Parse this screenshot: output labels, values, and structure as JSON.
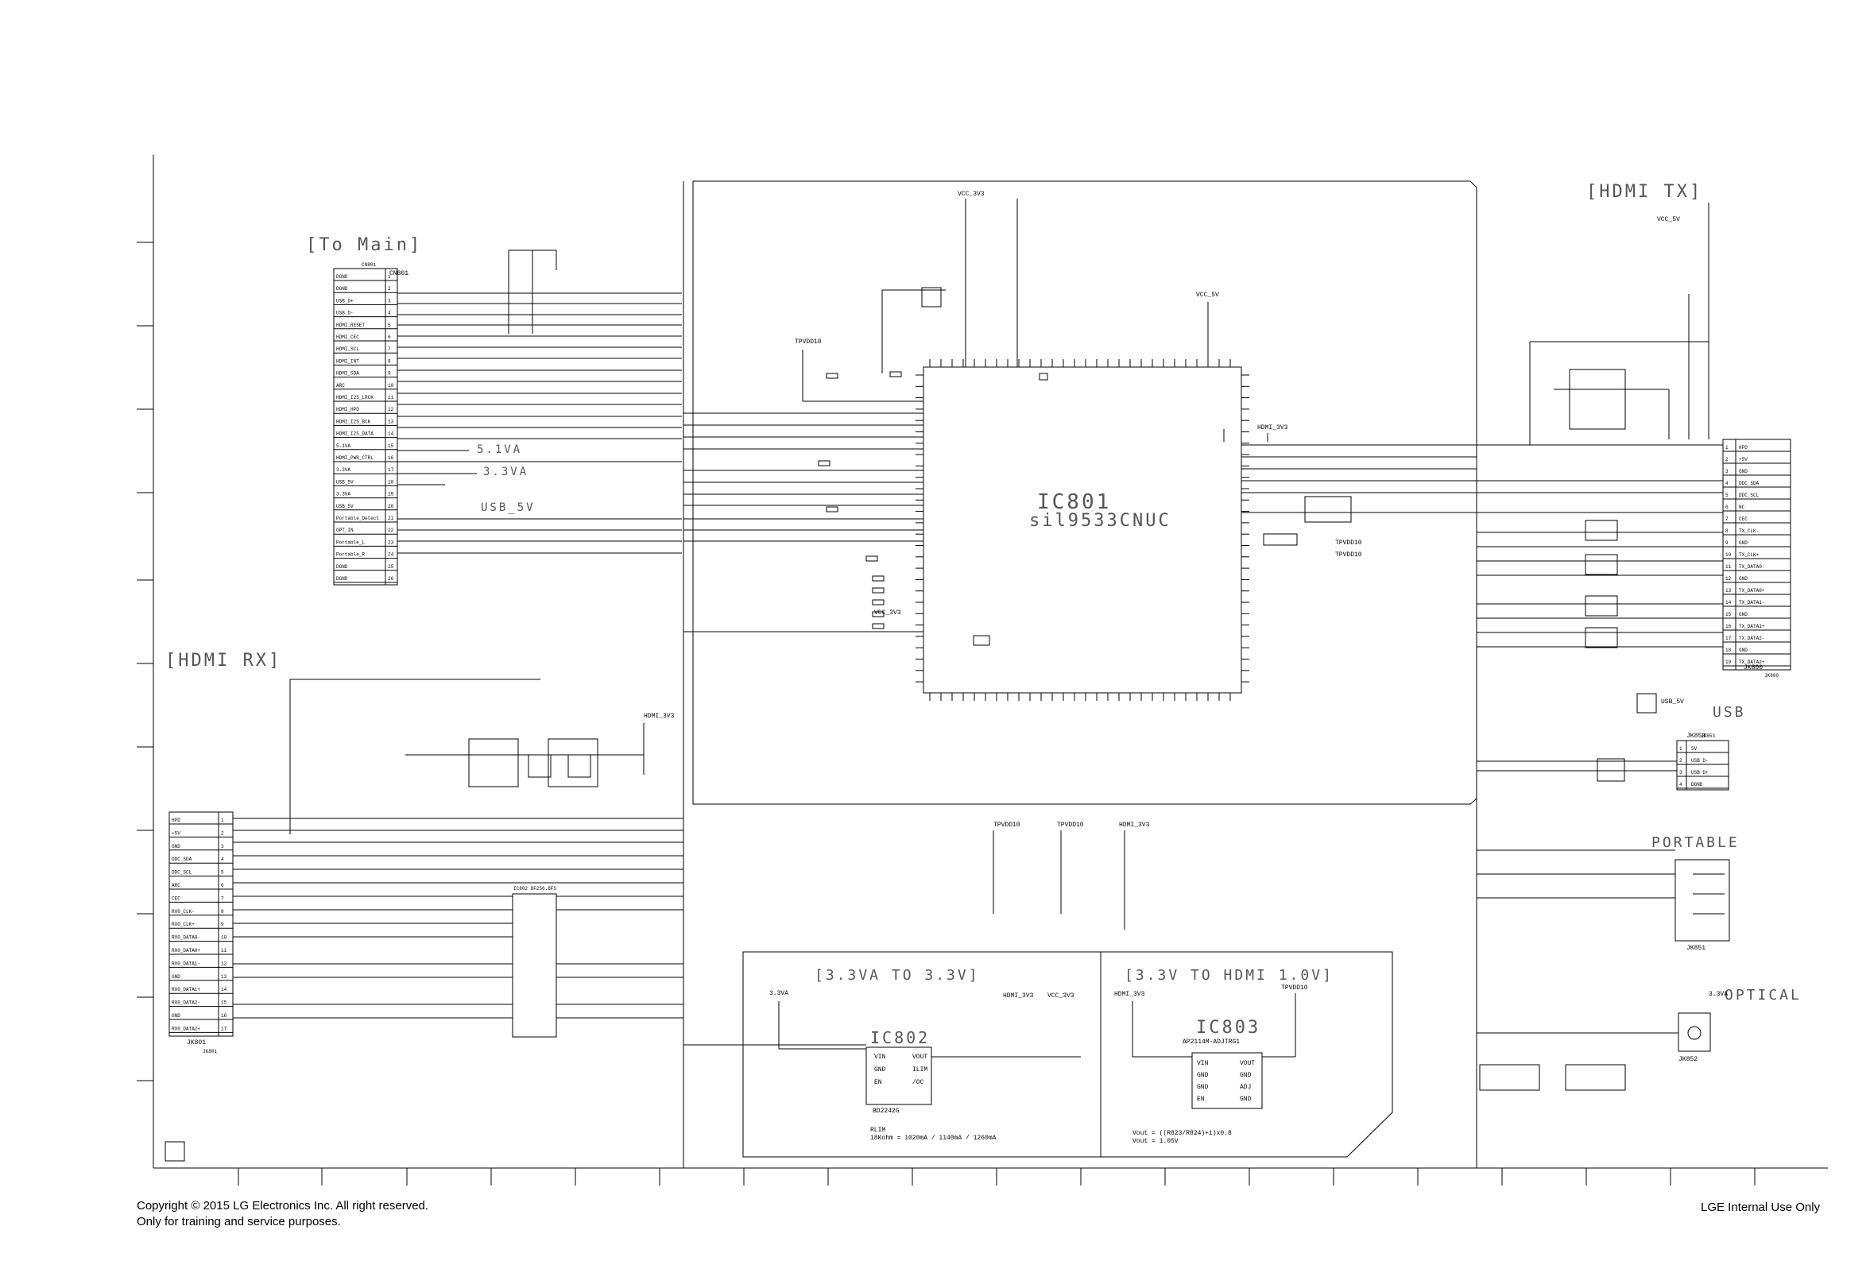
{
  "sections": {
    "to_main": "[To Main]",
    "hdmi_rx": "[HDMI RX]",
    "hdmi_tx": "[HDMI TX]",
    "usb": "USB",
    "portable": "PORTABLE",
    "optical": "OPTICAL",
    "reg1": "[3.3VA TO 3.3V]",
    "reg2": "[3.3V TO HDMI 1.0V]"
  },
  "ics": {
    "ic801_name": "IC801",
    "ic801_part": "sil9533CNUC",
    "ic802_name": "IC802",
    "ic802_part": "BD2242G",
    "ic803_name": "IC803",
    "ic803_part": "AP2114M-ADJTRG1",
    "ic802_note1": "RLIM",
    "ic802_note2": "18Kohm = 1020mA / 1140mA / 1260mA",
    "ic803_note1": "Vout = ((R823/R824)+1)x0.8",
    "ic803_note2": "Vout = 1.05V"
  },
  "rails": {
    "v51va": "5.1VA",
    "v33va": "3.3VA",
    "usb5v": "USB_5V",
    "hdmi33": "HDMI_3V3",
    "vcc33": "VCC_3V3",
    "vcc5": "VCC_5V",
    "tpvdd": "TPVDD10",
    "usb5v_tx": "USB_5V",
    "v33": "3.3VA",
    "v33b": "3.3VA"
  },
  "connectors": {
    "cn801_name": "CN801",
    "cn801_pins": [
      "DGND",
      "DGND",
      "USB_D+",
      "USB_D-",
      "HDMI_RESET",
      "HDMI_CEC",
      "HDMI_SCL",
      "HDMI_INT",
      "HDMI_SDA",
      "ARC",
      "HDMI_I2S_LRCK",
      "HDMI_HPD",
      "HDMI_I2S_BCK",
      "HDMI_I2S_DATA",
      "5.1VA",
      "HDMI_PWR_CTRL",
      "3.3VA",
      "USB_5V",
      "3.3VA",
      "USB_5V",
      "Portable_Detect",
      "OPT_IN",
      "Portable_L",
      "Portable_R",
      "DGND",
      "DGND"
    ],
    "jk801_name": "JK801",
    "jk801_pins": [
      "HPD",
      "+5V",
      "GND",
      "DDC_SDA",
      "DDC_SCL",
      "ARC",
      "CEC",
      "RX0_CLK-",
      "RX0_CLK+",
      "RX0_DATA0-",
      "RX0_DATA0+",
      "RX0_DATA1-",
      "GND",
      "RX0_DATA1+",
      "RX0_DATA2-",
      "GND",
      "RX0_DATA2+"
    ],
    "jk800_name": "JK800",
    "jk800_pins": [
      "HPD",
      "+5V",
      "GND",
      "DDC_SDA",
      "DDC_SCL",
      "NC",
      "CEC",
      "TX_CLK-",
      "GND",
      "TX_CLK+",
      "TX_DATA0-",
      "GND",
      "TX_DATA0+",
      "TX_DATA1-",
      "GND",
      "TX_DATA1+",
      "TX_DATA2-",
      "GND",
      "TX_DATA2+"
    ],
    "jk853_name": "JK853",
    "jk853_pins": [
      "5V",
      "USB D-",
      "USB D+",
      "DGND"
    ],
    "jk851_name": "JK851",
    "jk852_name": "JK852"
  },
  "footer": {
    "copyright": "Copyright © 2015 LG Electronics Inc. All right reserved.",
    "purpose": "Only for training and service purposes.",
    "internal": "LGE Internal Use Only"
  }
}
